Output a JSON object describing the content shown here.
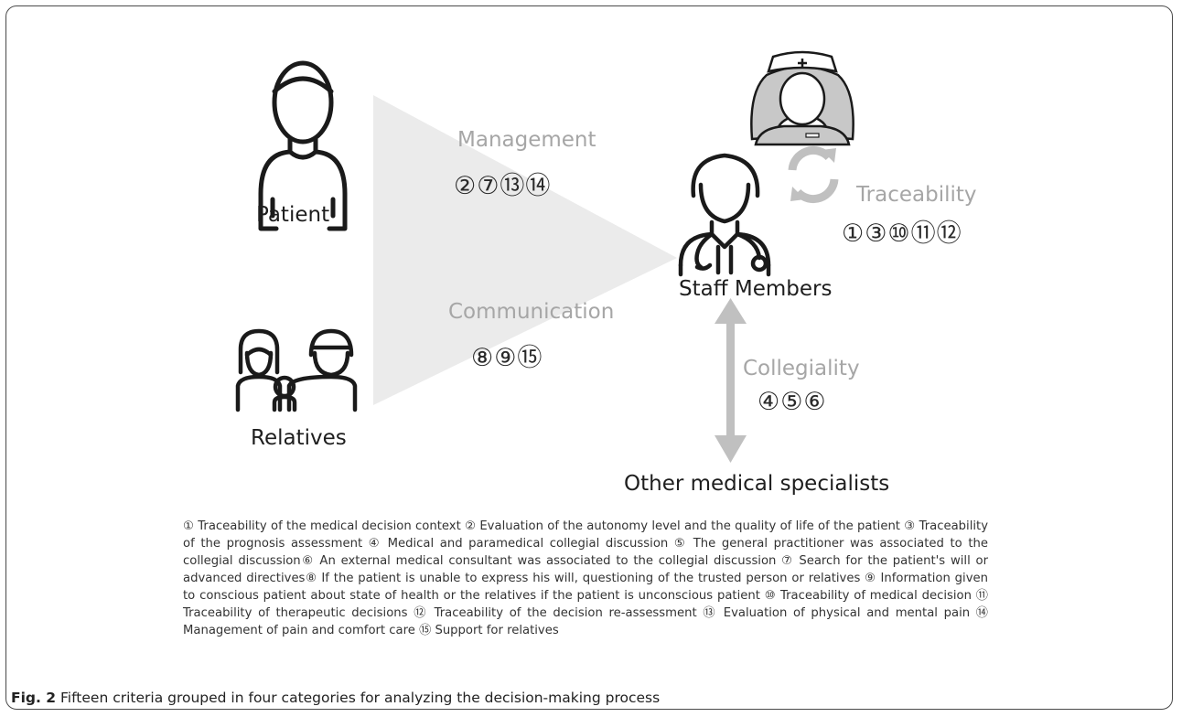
{
  "nodes": {
    "patient": "Patient",
    "staff": "Staff Members",
    "relatives": "Relatives",
    "specialists": "Other medical specialists"
  },
  "categories": {
    "management": {
      "label": "Management",
      "criteria": "②⑦⑬⑭"
    },
    "communication": {
      "label": "Communication",
      "criteria": "⑧⑨⑮"
    },
    "traceability": {
      "label": "Traceability",
      "criteria": "①③⑩⑪⑫"
    },
    "collegiality": {
      "label": "Collegiality",
      "criteria": "④⑤⑥"
    }
  },
  "legend": "① Traceability of the medical decision context ② Evaluation of the autonomy level and the quality of life of the patient ③ Traceability of the prognosis assessment ④ Medical and paramedical collegial discussion ⑤ The general practitioner was associated to the collegial discussion⑥ An external medical consultant was associated to the collegial discussion ⑦ Search for the patient's will or advanced directives⑧ If the patient is unable to express his will, questioning of the trusted person or relatives ⑨ Information given to conscious patient about state of health or the relatives if the patient is unconscious patient ⑩ Traceability of medical decision ⑪ Traceability of therapeutic decisions ⑫ Traceability of the decision re-assessment ⑬ Evaluation of physical and mental pain ⑭ Management of pain and comfort care ⑮ Support for relatives",
  "caption": {
    "label": "Fig. 2",
    "text": "Fifteen criteria grouped in four categories for analyzing the decision-making process"
  },
  "colors": {
    "funnel": "#ebebeb",
    "arrow": "#c0c0c0",
    "icon": "#1a1a1a",
    "category_text": "#a6a6a6"
  }
}
